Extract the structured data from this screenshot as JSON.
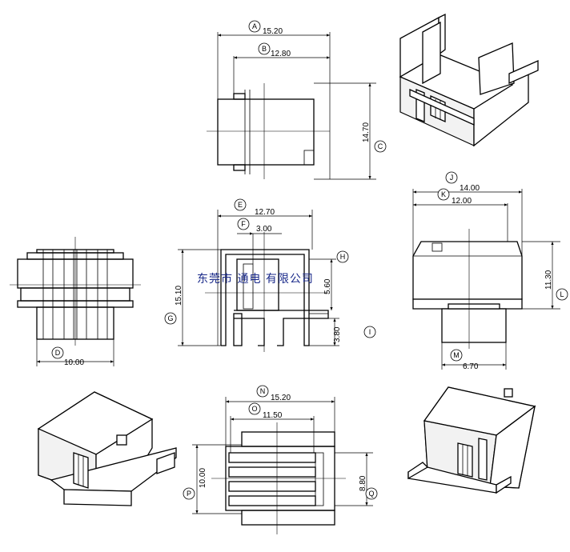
{
  "watermark": "东莞市 通电 有限公司",
  "dimensions": {
    "A": {
      "label": "A",
      "value": "15.20"
    },
    "B": {
      "label": "B",
      "value": "12.80"
    },
    "C": {
      "label": "C",
      "value": "14.70"
    },
    "D": {
      "label": "D",
      "value": "10.00"
    },
    "E": {
      "label": "E",
      "value": "12.70"
    },
    "F": {
      "label": "F",
      "value": "3.00"
    },
    "G": {
      "label": "G",
      "value": "15.10"
    },
    "H": {
      "label": "H",
      "value": "5.60"
    },
    "I": {
      "label": "I",
      "value": "3.80"
    },
    "J": {
      "label": "J",
      "value": "14.00"
    },
    "K": {
      "label": "K",
      "value": "12.00"
    },
    "L": {
      "label": "L",
      "value": "11.30"
    },
    "M": {
      "label": "M",
      "value": "6.70"
    },
    "N": {
      "label": "N",
      "value": "15.20"
    },
    "O": {
      "label": "O",
      "value": "11.50"
    },
    "P": {
      "label": "P",
      "value": "10.00"
    },
    "Q": {
      "label": "Q",
      "value": "8.80"
    }
  }
}
